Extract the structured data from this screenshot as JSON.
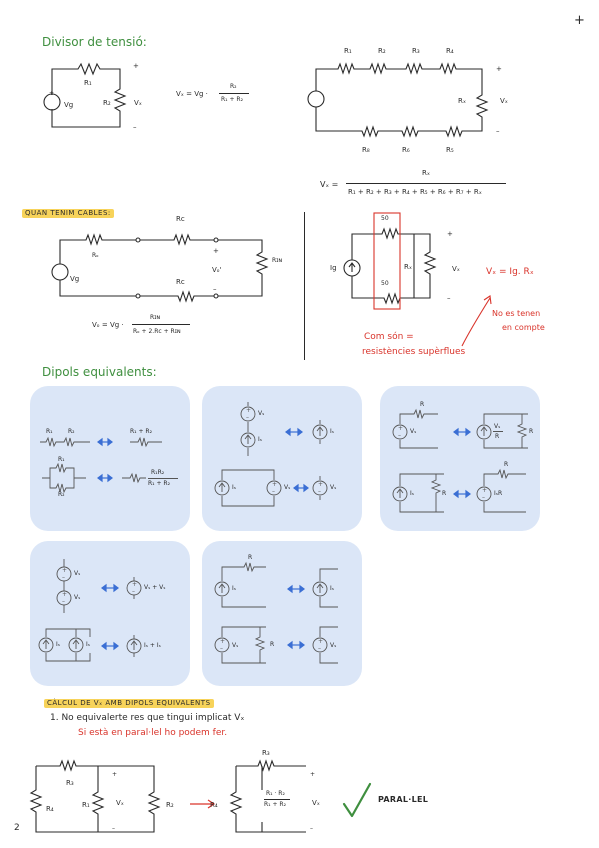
{
  "corner_mark": "+",
  "page_number": "2",
  "colors": {
    "green": "#3f8f3f",
    "red": "#d9342b",
    "highlight": "#f7d35a",
    "panel": "#dbe6f7"
  },
  "divisor": {
    "title": "Divisor de tensió:",
    "left_circuit": {
      "r1": "R₁",
      "r2": "R₂",
      "vg": "Vg",
      "vx": "Vₓ",
      "plus": "+",
      "minus": "–"
    },
    "formula_lhs": "Vₓ = Vg ·",
    "formula_num": "R₂",
    "formula_den": "R₁ + R₂",
    "right_circuit": {
      "top": [
        "R₁",
        "R₂",
        "R₃",
        "R₄"
      ],
      "bottom": [
        "R₈",
        "R₆",
        "R₅"
      ],
      "rx": "Rₓ",
      "vx": "Vₓ",
      "plus": "+",
      "minus": "–"
    },
    "formula2_lhs": "Vₓ =",
    "formula2_num": "Rₓ",
    "formula2_den": "R₁ + R₂ + R₃ + R₄ + R₅ + R₆ + R₇ + Rₓ"
  },
  "cables": {
    "title": "QUAN TENIM CABLES:",
    "rc": "Rc",
    "rg": "Rₒ",
    "rin": "Rɪɴ",
    "vg": "Vg",
    "vo": "Vₒ'",
    "plus": "+",
    "minus": "–",
    "formula_lhs": "Vₒ = Vg ·",
    "formula_num": "Rɪɴ",
    "formula_den": "Rₒ + 2.Rc + Rɪɴ",
    "right": {
      "r_top": "50",
      "r_bot": "50",
      "rx": "Rₓ",
      "vx": "Vₓ",
      "ig": "Ig",
      "plus": "+",
      "minus": "–"
    },
    "red_formula": "Vₓ = Ig. Rₓ",
    "red_note1": "No es tenen",
    "red_note2": "en compte",
    "red_note3": "Com són =",
    "red_note4": "resistències supèrflues"
  },
  "dipols": {
    "title": "Dipols equivalents:",
    "p1": {
      "r1": "R₁",
      "r2": "R₂",
      "sum": "R₁ + R₂",
      "r1b": "R₁",
      "r2b": "R₂",
      "par_num": "R₁R₂",
      "par_den": "R₁ + R₂"
    },
    "p2": {
      "vs": "Vₛ",
      "is": "Iₛ",
      "is2": "Iₛ",
      "is3": "Iₛ",
      "vs2": "Vₛ",
      "vs3": "Vₛ"
    },
    "p3": {
      "r": "R",
      "vs": "Vₛ",
      "frac_num": "Vₛ",
      "frac_den": "R",
      "r2": "R",
      "is": "Iₛ",
      "r3": "R",
      "r4": "R",
      "isr": "IₛR"
    },
    "p4": {
      "v1": "Vₛ",
      "v2": "Vₛ",
      "vsum": "Vₛ + Vₛ",
      "i1": "Iₛ",
      "i2": "Iₛ",
      "isum": "Iₛ + Iₛ"
    },
    "p5": {
      "r": "R",
      "is": "Iₛ",
      "is2": "Iₛ",
      "vs": "Vₛ",
      "r2": "R",
      "vs2": "Vₛ"
    }
  },
  "calcul": {
    "title": "CÀLCUL DE Vₓ AMB DIPOLS EQUIVALENTS",
    "step1": "1. No equivalerte res que tingui implicat Vₓ",
    "step1_red": "Si està en paral·lel ho podem fer.",
    "left": {
      "r3": "R₃",
      "r4": "R₄",
      "r1": "R₁",
      "vx": "Vₓ",
      "r2": "R₂",
      "plus": "+",
      "minus": "–"
    },
    "right": {
      "r3": "R₃",
      "r4": "R₄",
      "par_num": "R₁ · R₂",
      "par_den": "R₁ + R₂",
      "vx": "Vₓ",
      "plus": "+",
      "minus": "–"
    },
    "check_label": "PARAL·LEL"
  }
}
